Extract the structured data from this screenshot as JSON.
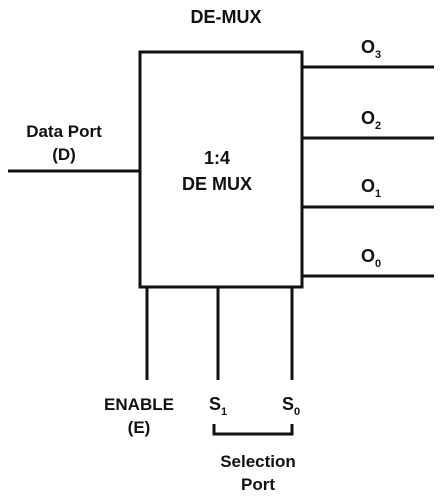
{
  "title": "DE-MUX",
  "block": {
    "line1": "1:4",
    "line2": "DE MUX"
  },
  "data_port": {
    "line1": "Data Port",
    "line2": "(D)"
  },
  "outputs": [
    {
      "base": "O",
      "sub": "3"
    },
    {
      "base": "O",
      "sub": "2"
    },
    {
      "base": "O",
      "sub": "1"
    },
    {
      "base": "O",
      "sub": "0"
    }
  ],
  "enable": {
    "line1": "ENABLE",
    "line2": "(E)"
  },
  "selects": [
    {
      "base": "S",
      "sub": "1"
    },
    {
      "base": "S",
      "sub": "0"
    }
  ],
  "selection_port": {
    "line1": "Selection",
    "line2": "Port"
  },
  "colors": {
    "stroke": "#111111",
    "background": "#ffffff"
  }
}
